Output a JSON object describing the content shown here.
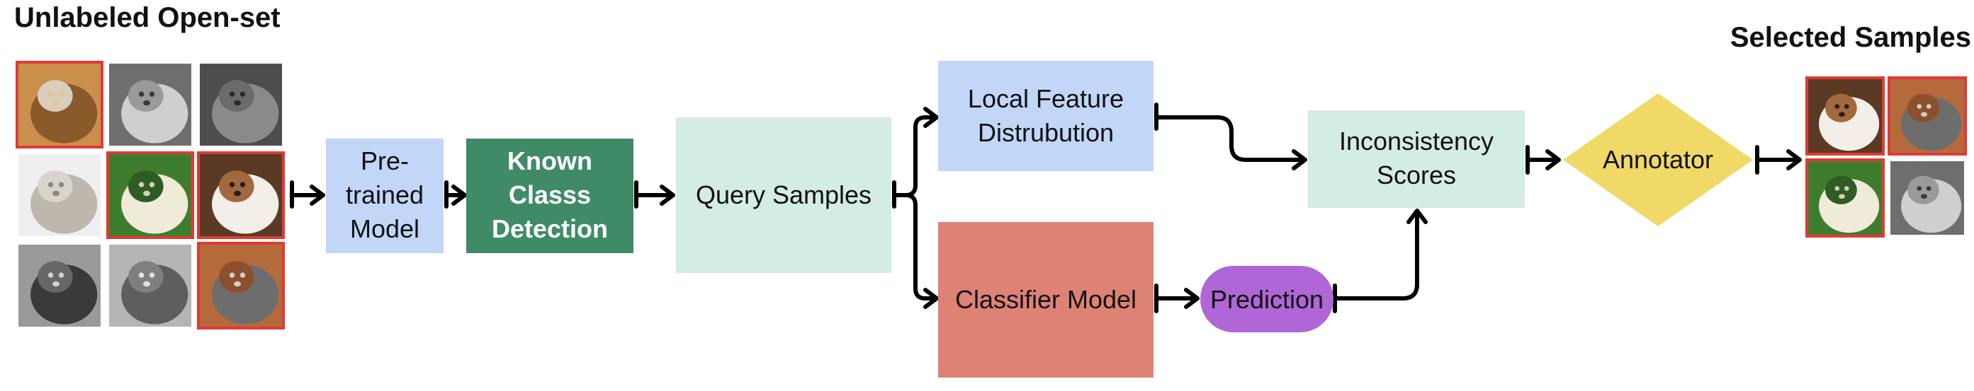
{
  "titles": {
    "input": "Unlabeled Open-set",
    "output": "Selected  Samples"
  },
  "nodes": {
    "pretrained": {
      "lines": [
        "Pre-",
        "trained",
        "Model"
      ],
      "color": "#c2d6f8"
    },
    "known": {
      "lines": [
        "Known",
        "Classs",
        "Detection"
      ],
      "color": "#3f8b67"
    },
    "query": {
      "lines": [
        "Query Samples"
      ],
      "color": "#d3ece4"
    },
    "local": {
      "lines": [
        "Local Feature",
        "Distrubution"
      ],
      "color": "#c2d6f8"
    },
    "classifier": {
      "lines": [
        "Classifier Model"
      ],
      "color": "#de8276"
    },
    "prediction": {
      "lines": [
        "Prediction"
      ],
      "color": "#b066d6"
    },
    "inconsistency": {
      "lines": [
        "Inconsistency",
        "Scores"
      ],
      "color": "#d3ece4"
    },
    "annotator": {
      "lines": [
        "Annotator"
      ],
      "color": "#f0d966"
    }
  },
  "input_grid": [
    {
      "subject": "golden-retriever",
      "selected": true
    },
    {
      "subject": "wolf-head",
      "selected": false
    },
    {
      "subject": "wolf-walking",
      "selected": false
    },
    {
      "subject": "coyote",
      "selected": false
    },
    {
      "subject": "old-english-sheepdog",
      "selected": true
    },
    {
      "subject": "sheltie",
      "selected": true
    },
    {
      "subject": "wolf-snarling",
      "selected": false
    },
    {
      "subject": "wolf-pair",
      "selected": false
    },
    {
      "subject": "schnauzer",
      "selected": true
    }
  ],
  "output_grid": [
    {
      "subject": "sheltie",
      "selected": true
    },
    {
      "subject": "schnauzer",
      "selected": true
    },
    {
      "subject": "old-english-sheepdog",
      "selected": true
    },
    {
      "subject": "wolf-head",
      "selected": false
    }
  ],
  "colors": {
    "selected_border": "#e03a33",
    "unselected_border": "#ffffff"
  }
}
